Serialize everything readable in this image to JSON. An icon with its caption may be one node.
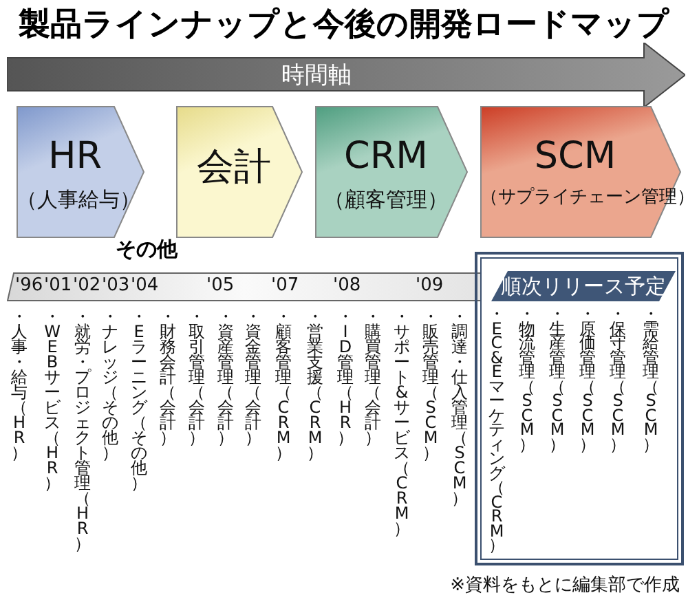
{
  "diagram": {
    "title": "製品ラインナップと今後の開発ロードマップ",
    "caption": "※資料をもとに編集部で作成",
    "nodes": [
      {
        "text": [
          "時間軸"
        ]
      },
      {
        "text": [
          "HR",
          "（人事給与）"
        ]
      },
      {
        "text": [
          "会計"
        ]
      },
      {
        "text": [
          "CRM",
          "（顧客管理）"
        ]
      },
      {
        "text": [
          "SCM",
          "（サプライチェーン管理）"
        ]
      },
      {
        "text": [
          "'96",
          "'01",
          "'02",
          "'03",
          "'04",
          "'05",
          "'07",
          "'08",
          "'09"
        ]
      },
      {
        "text": [
          "・EC&Eマーケティング（CRM）",
          "・物流管理（SCM）",
          "・生産管理（SCM）",
          "・原価管理（SCM）",
          "・保守管理（SCM）",
          "・需給管理（SCM）"
        ]
      },
      {
        "text": [
          "順次リリース予定"
        ],
        "in": 6
      }
    ],
    "labels": [
      "その他",
      "・人事・給与（HR）",
      "・WEBサービス（HR）",
      "・就労・プロジェクト管理（HR）",
      "・ナレッジ（その他）",
      "・Eラーニング（その他）",
      "・財務会計（会計）",
      "・取引管理（会計）",
      "・資産管理（会計）",
      "・資金管理（会計）",
      "・顧客管理（CRM）",
      "・営業支援（CRM）",
      "・ID管理（HR）",
      "・購買管理（会計）",
      "・サポート&サービス（CRM）",
      "・販売管理（SCM）",
      "・調達・仕入管理（SCM）"
    ]
  }
}
